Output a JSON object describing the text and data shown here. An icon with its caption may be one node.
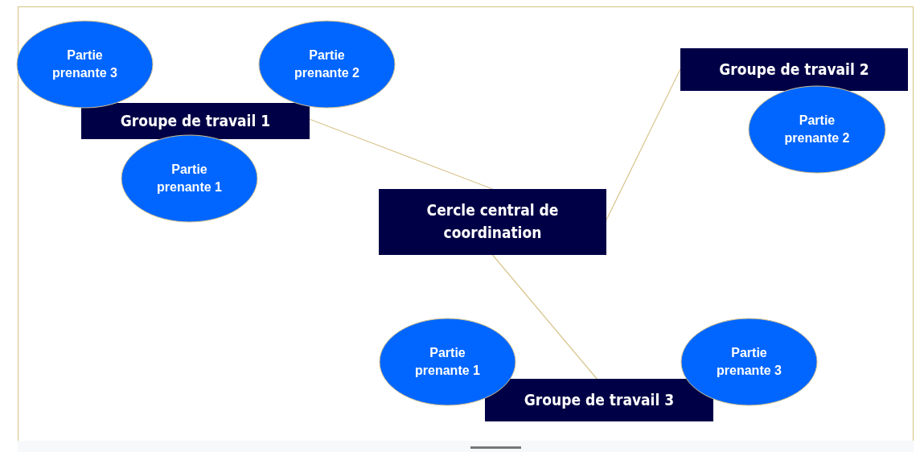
{
  "diagram": {
    "nodes": [
      {
        "text": [
          "Partie prenante 3"
        ]
      },
      {
        "text": [
          "Partie prenante 2"
        ]
      },
      {
        "text": [
          "Groupe de travail 1"
        ]
      },
      {
        "text": [
          "Partie prenante 1"
        ]
      },
      {
        "text": [
          "Groupe de travail 2"
        ]
      },
      {
        "text": [
          "Partie prenante 2"
        ]
      },
      {
        "text": [
          "Cercle central de coordination"
        ]
      },
      {
        "text": [
          "Partie prenante 1"
        ]
      },
      {
        "text": [
          "Partie prenante 3"
        ]
      },
      {
        "text": [
          "Groupe de travail 3"
        ]
      }
    ],
    "edges": [
      {
        "from": 2,
        "to": 6,
        "arrow": "none"
      },
      {
        "from": 6,
        "to": 4,
        "arrow": "none"
      },
      {
        "from": 6,
        "to": 9,
        "arrow": "none"
      }
    ]
  }
}
